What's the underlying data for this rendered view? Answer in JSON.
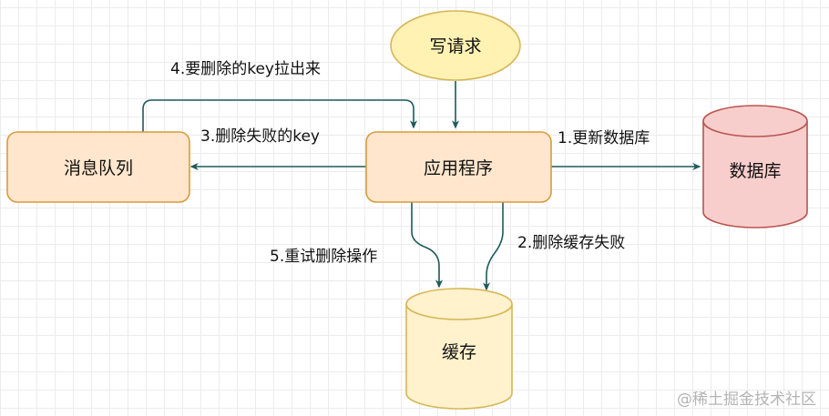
{
  "nodes": {
    "write_request": "写请求",
    "app": "应用程序",
    "message_queue": "消息队列",
    "database": "数据库",
    "cache": "缓存"
  },
  "edges": {
    "update_db": "1.更新数据库",
    "delete_cache_failed": "2.删除缓存失败",
    "delete_failed_key": "3.删除失败的key",
    "pull_key": "4.要删除的key拉出来",
    "retry_delete": "5.重试删除操作"
  },
  "watermark": "@稀土掘金技术社区",
  "colors": {
    "edge": "#1e5a5c",
    "node_fill_orange": "#ffe6cc",
    "node_stroke_orange": "#d79b3c",
    "write_request_fill": "#fff2b3",
    "write_request_stroke": "#d6b656",
    "database_fill": "#f8cecc",
    "database_stroke": "#b85450",
    "cache_fill": "#fff2cc",
    "cache_stroke": "#d6b656"
  }
}
